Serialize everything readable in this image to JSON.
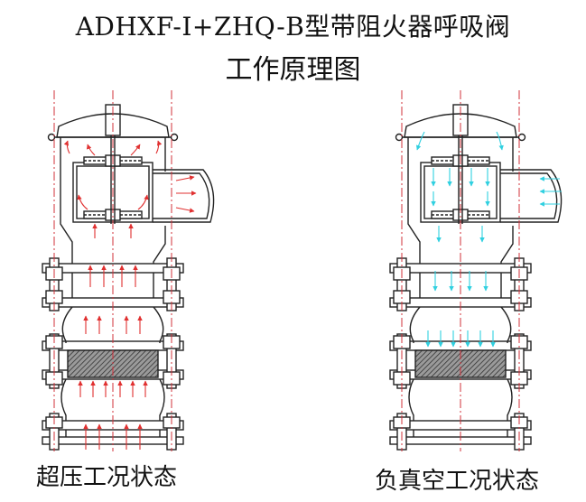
{
  "title": {
    "line1": "ADHXF-I+ZHQ-B型带阻火器呼吸阀",
    "line2": "工作原理图"
  },
  "captions": {
    "left": "超压工况状态",
    "right": "负真空工况状态"
  },
  "colors": {
    "outline": "#222222",
    "centerline": "#d0303a",
    "pressure_flow": "#e03030",
    "vacuum_flow": "#30d0e0",
    "hatch": "#555555"
  }
}
